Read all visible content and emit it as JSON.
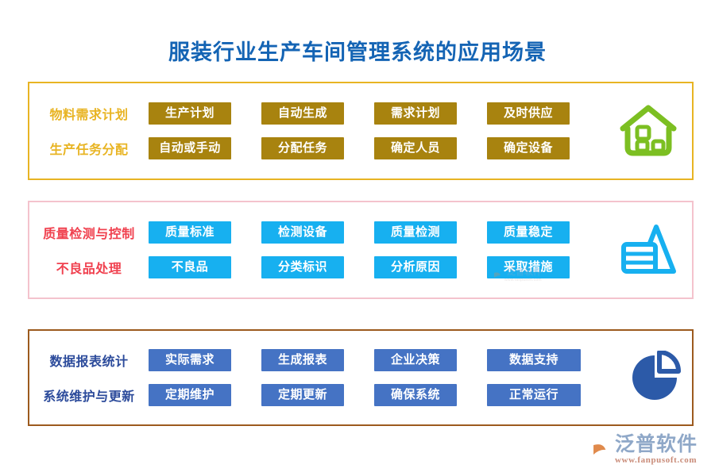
{
  "page": {
    "title": "服装行业生产车间管理系统的应用场景",
    "title_color": "#1464b4",
    "background": "#ffffff"
  },
  "sections": [
    {
      "id": "material-and-task",
      "border_color": "#e8b423",
      "label_color": "#e8b423",
      "chip_color": "#a8830f",
      "icon": "house-icon",
      "icon_color": "#7cbf22",
      "rows": [
        {
          "label": "物料需求计划",
          "chips": [
            "生产计划",
            "自动生成",
            "需求计划",
            "及时供应"
          ]
        },
        {
          "label": "生产任务分配",
          "chips": [
            "自动或手动",
            "分配任务",
            "确定人员",
            "确定设备"
          ]
        }
      ]
    },
    {
      "id": "quality-control",
      "border_color": "#f4c3cd",
      "label_color": "#f0414f",
      "chip_color": "#17b0f0",
      "icon": "pyramid-chart-icon",
      "icon_color": "#17b0f0",
      "rows": [
        {
          "label": "质量检测与控制",
          "chips": [
            "质量标准",
            "检测设备",
            "质量检测",
            "质量稳定"
          ]
        },
        {
          "label": "不良品处理",
          "chips": [
            "不良品",
            "分类标识",
            "分析原因",
            "采取措施"
          ]
        }
      ]
    },
    {
      "id": "reporting-and-maintenance",
      "border_color": "#9c5a1e",
      "label_color": "#2c4b9b",
      "chip_color": "#4573c4",
      "icon": "pie-chart-icon",
      "icon_color": "#2c5aa8",
      "rows": [
        {
          "label": "数据报表统计",
          "chips": [
            "实际需求",
            "生成报表",
            "企业决策",
            "数据支持"
          ]
        },
        {
          "label": "系统维护与更新",
          "chips": [
            "定期维护",
            "定期更新",
            "确保系统",
            "正常运行"
          ]
        }
      ]
    }
  ],
  "watermark": {
    "name": "泛普软件",
    "url": "www.fanpusoft.com"
  },
  "brand": {
    "name": "泛普软件",
    "url": "www.fanpusoft.com",
    "name_color": "#8fa8c8",
    "url_color": "#c98b78"
  }
}
